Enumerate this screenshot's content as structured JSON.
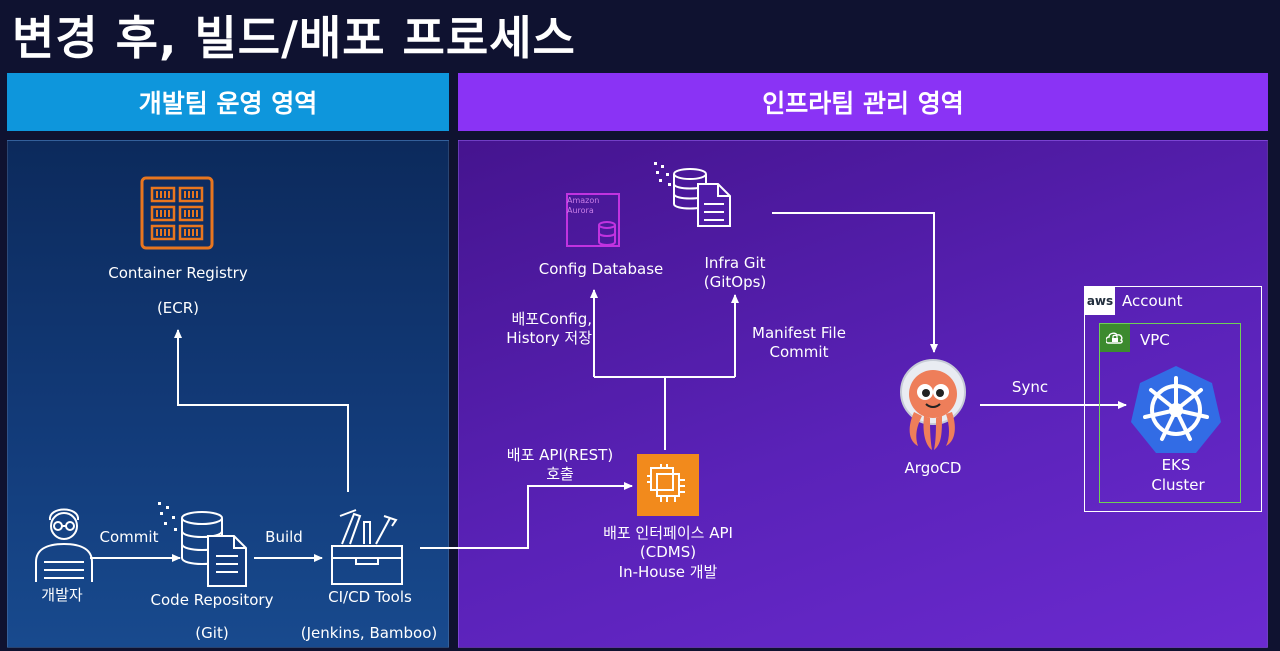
{
  "title": "변경 후, 빌드/배포 프로세스",
  "sections": {
    "dev": "개발팀 운영 영역",
    "infra": "인프라팀 관리 영역"
  },
  "nodes": {
    "registry": "Container Registry",
    "registry_sub": "(ECR)",
    "developer": "개발자",
    "code_repo": "Code Repository",
    "code_repo_sub": "(Git)",
    "cicd": "CI/CD Tools",
    "cicd_sub": "(Jenkins, Bamboo)",
    "aurora_badge_1": "Amazon",
    "aurora_badge_2": "Aurora",
    "config_db": "Config Database",
    "infra_git_1": "Infra Git",
    "infra_git_2": "(GitOps)",
    "api_1": "배포 인터페이스 API",
    "api_2": "(CDMS)",
    "api_3": "In-House 개발",
    "argocd": "ArgoCD",
    "aws_badge": "aws",
    "account": "Account",
    "vpc": "VPC",
    "eks_1": "EKS",
    "eks_2": "Cluster"
  },
  "edges": {
    "commit": "Commit",
    "build": "Build",
    "api_call_1": "배포 API(REST)",
    "api_call_2": "호출",
    "store_1": "배포Config,",
    "store_2": "History 저장",
    "manifest_1": "Manifest File",
    "manifest_2": "Commit",
    "sync": "Sync"
  },
  "colors": {
    "dev_header": "#0e96dc",
    "infra_header": "#8a33f5",
    "ecr_orange": "#e8761f",
    "aurora_purple": "#c133e0",
    "ec2_orange": "#f28a1c",
    "k8s_blue": "#326ce5",
    "vpc_green": "#6fcf57"
  }
}
